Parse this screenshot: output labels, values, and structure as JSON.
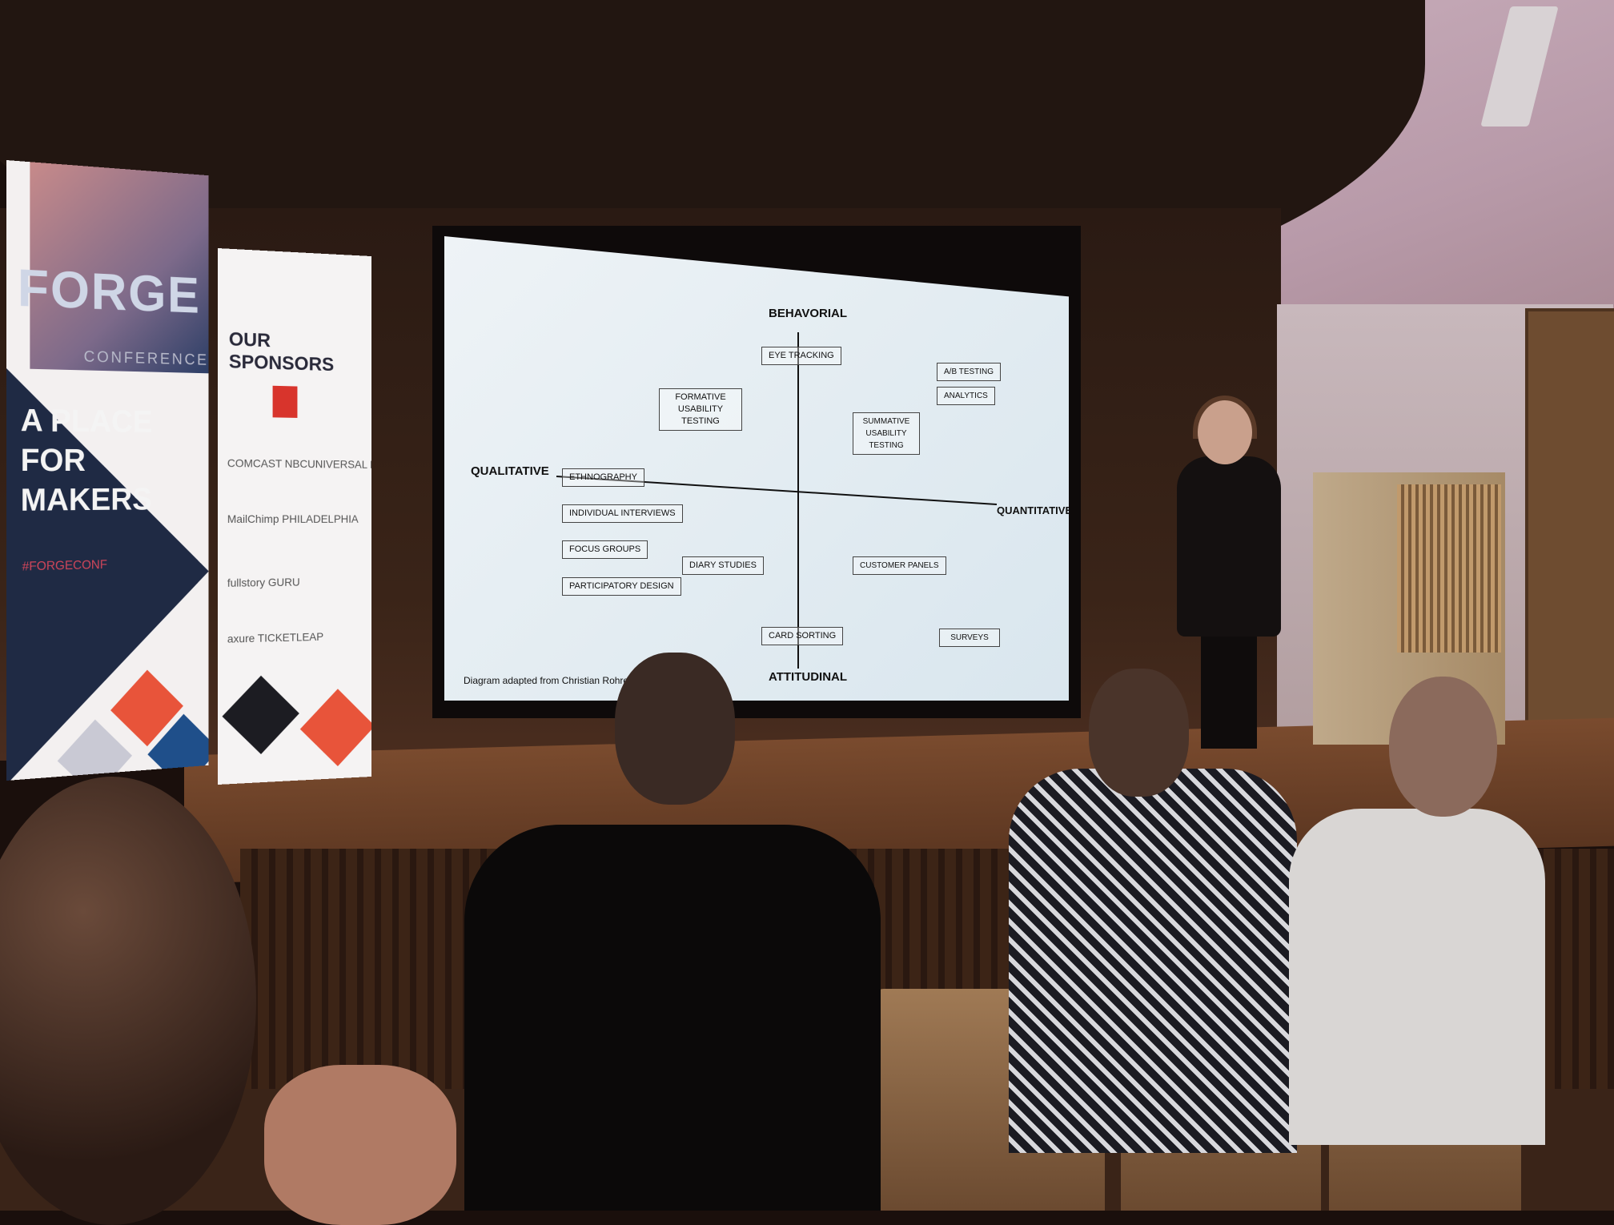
{
  "banner_forge": {
    "logo": "FORGE",
    "subtitle": "CONFERENCE",
    "tagline": "A PLACE FOR MAKERS",
    "hashtag": "#FORGECONF"
  },
  "banner_sponsors": {
    "title": "OUR SPONSORS",
    "rows": [
      "COMCAST NBCUNIVERSAL   Philadelphia   SONO",
      "MailChimp   PHILADELPHIA",
      "fullstory   GURU",
      "axure   TICKETLEAP"
    ]
  },
  "slide": {
    "axis_top": "BEHAVORIAL",
    "axis_bottom": "ATTITUDINAL",
    "axis_left": "QUALITATIVE",
    "axis_right": "QUANTITATIVE",
    "caption": "Diagram adapted from Christian Rohrer",
    "methods": [
      "EYE TRACKING",
      "A/B TESTING",
      "ANALYTICS",
      "FORMATIVE USABILITY TESTING",
      "SUMMATIVE USABILITY TESTING",
      "ETHNOGRAPHY",
      "INDIVIDUAL INTERVIEWS",
      "FOCUS GROUPS",
      "DIARY STUDIES",
      "CUSTOMER PANELS",
      "PARTICIPATORY DESIGN",
      "CARD SORTING",
      "SURVEYS"
    ]
  },
  "colors": {
    "banner_navy": "#1f2a44",
    "banner_red": "#e8543a",
    "screen": "#e3ecf2",
    "stage_wood": "#6a4027"
  }
}
